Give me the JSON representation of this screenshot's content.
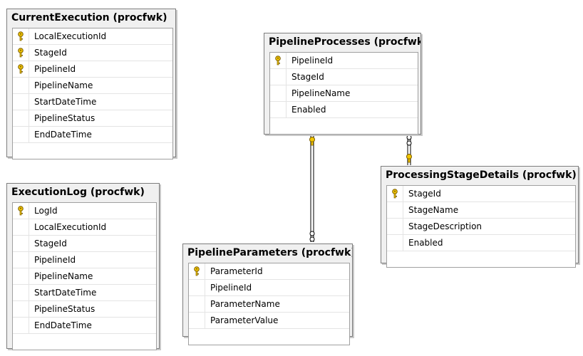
{
  "tables": [
    {
      "id": "current-execution",
      "title": "CurrentExecution (procfwk)",
      "columns": [
        {
          "name": "LocalExecutionId",
          "key": true
        },
        {
          "name": "StageId",
          "key": true
        },
        {
          "name": "PipelineId",
          "key": true
        },
        {
          "name": "PipelineName",
          "key": false
        },
        {
          "name": "StartDateTime",
          "key": false
        },
        {
          "name": "PipelineStatus",
          "key": false
        },
        {
          "name": "EndDateTime",
          "key": false
        }
      ]
    },
    {
      "id": "execution-log",
      "title": "ExecutionLog (procfwk)",
      "columns": [
        {
          "name": "LogId",
          "key": true
        },
        {
          "name": "LocalExecutionId",
          "key": false
        },
        {
          "name": "StageId",
          "key": false
        },
        {
          "name": "PipelineId",
          "key": false
        },
        {
          "name": "PipelineName",
          "key": false
        },
        {
          "name": "StartDateTime",
          "key": false
        },
        {
          "name": "PipelineStatus",
          "key": false
        },
        {
          "name": "EndDateTime",
          "key": false
        }
      ]
    },
    {
      "id": "pipeline-processes",
      "title": "PipelineProcesses (procfwk)",
      "columns": [
        {
          "name": "PipelineId",
          "key": true
        },
        {
          "name": "StageId",
          "key": false
        },
        {
          "name": "PipelineName",
          "key": false
        },
        {
          "name": "Enabled",
          "key": false
        }
      ]
    },
    {
      "id": "processing-stage-details",
      "title": "ProcessingStageDetails (procfwk)",
      "columns": [
        {
          "name": "StageId",
          "key": true
        },
        {
          "name": "StageName",
          "key": false
        },
        {
          "name": "StageDescription",
          "key": false
        },
        {
          "name": "Enabled",
          "key": false
        }
      ]
    },
    {
      "id": "pipeline-parameters",
      "title": "PipelineParameters (procfwk)",
      "columns": [
        {
          "name": "ParameterId",
          "key": true
        },
        {
          "name": "PipelineId",
          "key": false
        },
        {
          "name": "ParameterName",
          "key": false
        },
        {
          "name": "ParameterValue",
          "key": false
        }
      ]
    }
  ],
  "relationships": [
    {
      "from": "pipeline-processes",
      "to": "pipeline-parameters",
      "from_end": "one",
      "to_end": "many"
    },
    {
      "from": "processing-stage-details",
      "to": "pipeline-processes",
      "from_end": "one",
      "to_end": "many"
    }
  ],
  "colors": {
    "key_icon": "#f2c600",
    "key_outline": "#7a5c00",
    "line": "#000000"
  }
}
